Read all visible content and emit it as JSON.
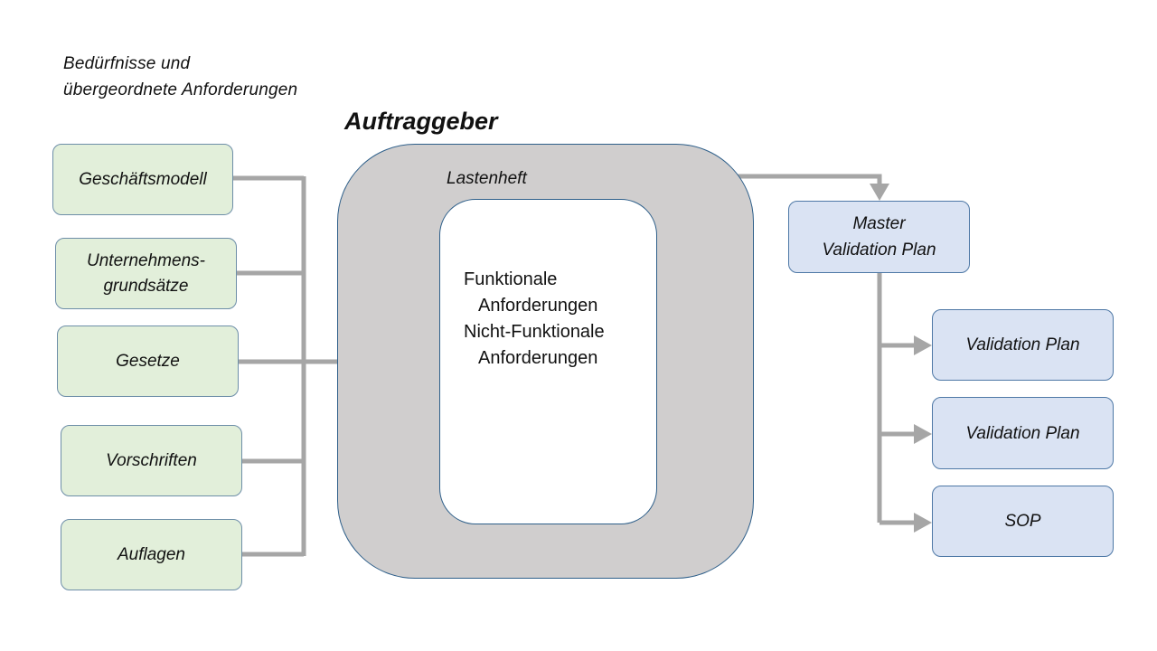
{
  "header": {
    "line1": "Bedürfnisse  und",
    "line2": "übergeordnete  Anforderungen",
    "title": "Auftraggeber"
  },
  "inputs": [
    {
      "lines": [
        "Geschäftsmodell"
      ]
    },
    {
      "lines": [
        "Unternehmens-",
        "grundsätze"
      ]
    },
    {
      "lines": [
        "Gesetze"
      ]
    },
    {
      "lines": [
        "Vorschriften"
      ]
    },
    {
      "lines": [
        "Auflagen"
      ]
    }
  ],
  "center": {
    "outer_label": "Lastenheft",
    "req1": "Funktionale",
    "req2": "Anforderungen",
    "req3": "Nicht-Funktionale",
    "req4": "Anforderungen"
  },
  "outputs": {
    "master": {
      "line1": "Master",
      "line2": "Validation Plan"
    },
    "items": [
      {
        "label": "Validation Plan"
      },
      {
        "label": "Validation Plan"
      },
      {
        "label": "SOP"
      }
    ]
  },
  "colors": {
    "connector": "#a6a6a6",
    "input_fill": "#e2efda",
    "output_fill": "#dae3f3",
    "outer_fill": "#d0cece"
  }
}
